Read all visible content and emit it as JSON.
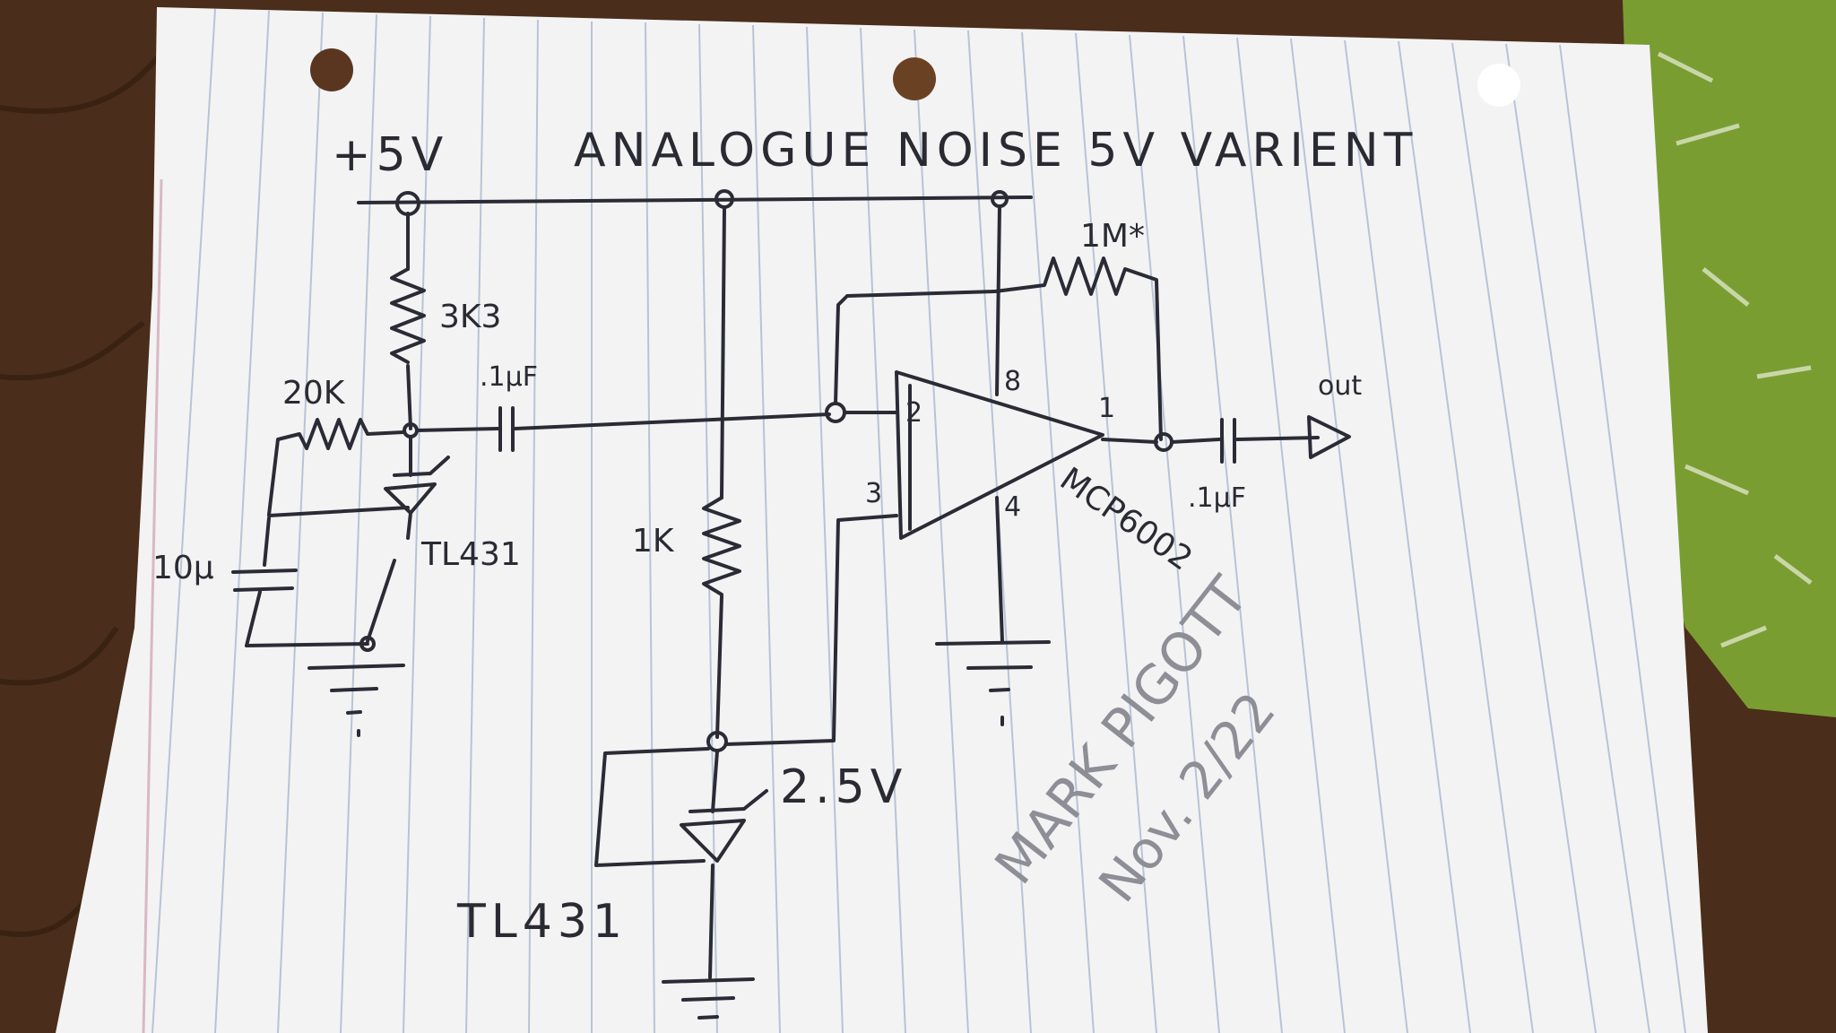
{
  "title": "ANALOGUE NOISE 5V VARIENT",
  "labels": {
    "supply": "+5V",
    "r_top": "3K3",
    "r_feedback_left": "20K",
    "cap_coupling_in": ".1μF",
    "cap_coupling_out": ".1μF",
    "cap_bypass": "10μ",
    "zener_top": "TL431",
    "zener_bottom": "TL431",
    "r_divider": "1K",
    "vref": "2.5V",
    "r_feedback_opamp": "1M*",
    "opamp_part": "MCP6002",
    "output": "out",
    "pin_8": "8",
    "pin_2": "2",
    "pin_3": "3",
    "pin_1": "1",
    "pin_4": "4"
  },
  "signature": {
    "name": "MARK PIGOTT",
    "date": "Nov. 2/22"
  },
  "colors": {
    "table": "#4a2d1a",
    "paper": "#f3f3f4",
    "ruled_line": "#b9c3d6",
    "margin_line": "#d9b8c3",
    "ink": "#2b2b36",
    "pencil": "#9a9aa2",
    "green_cloth": "#7a9d32"
  }
}
